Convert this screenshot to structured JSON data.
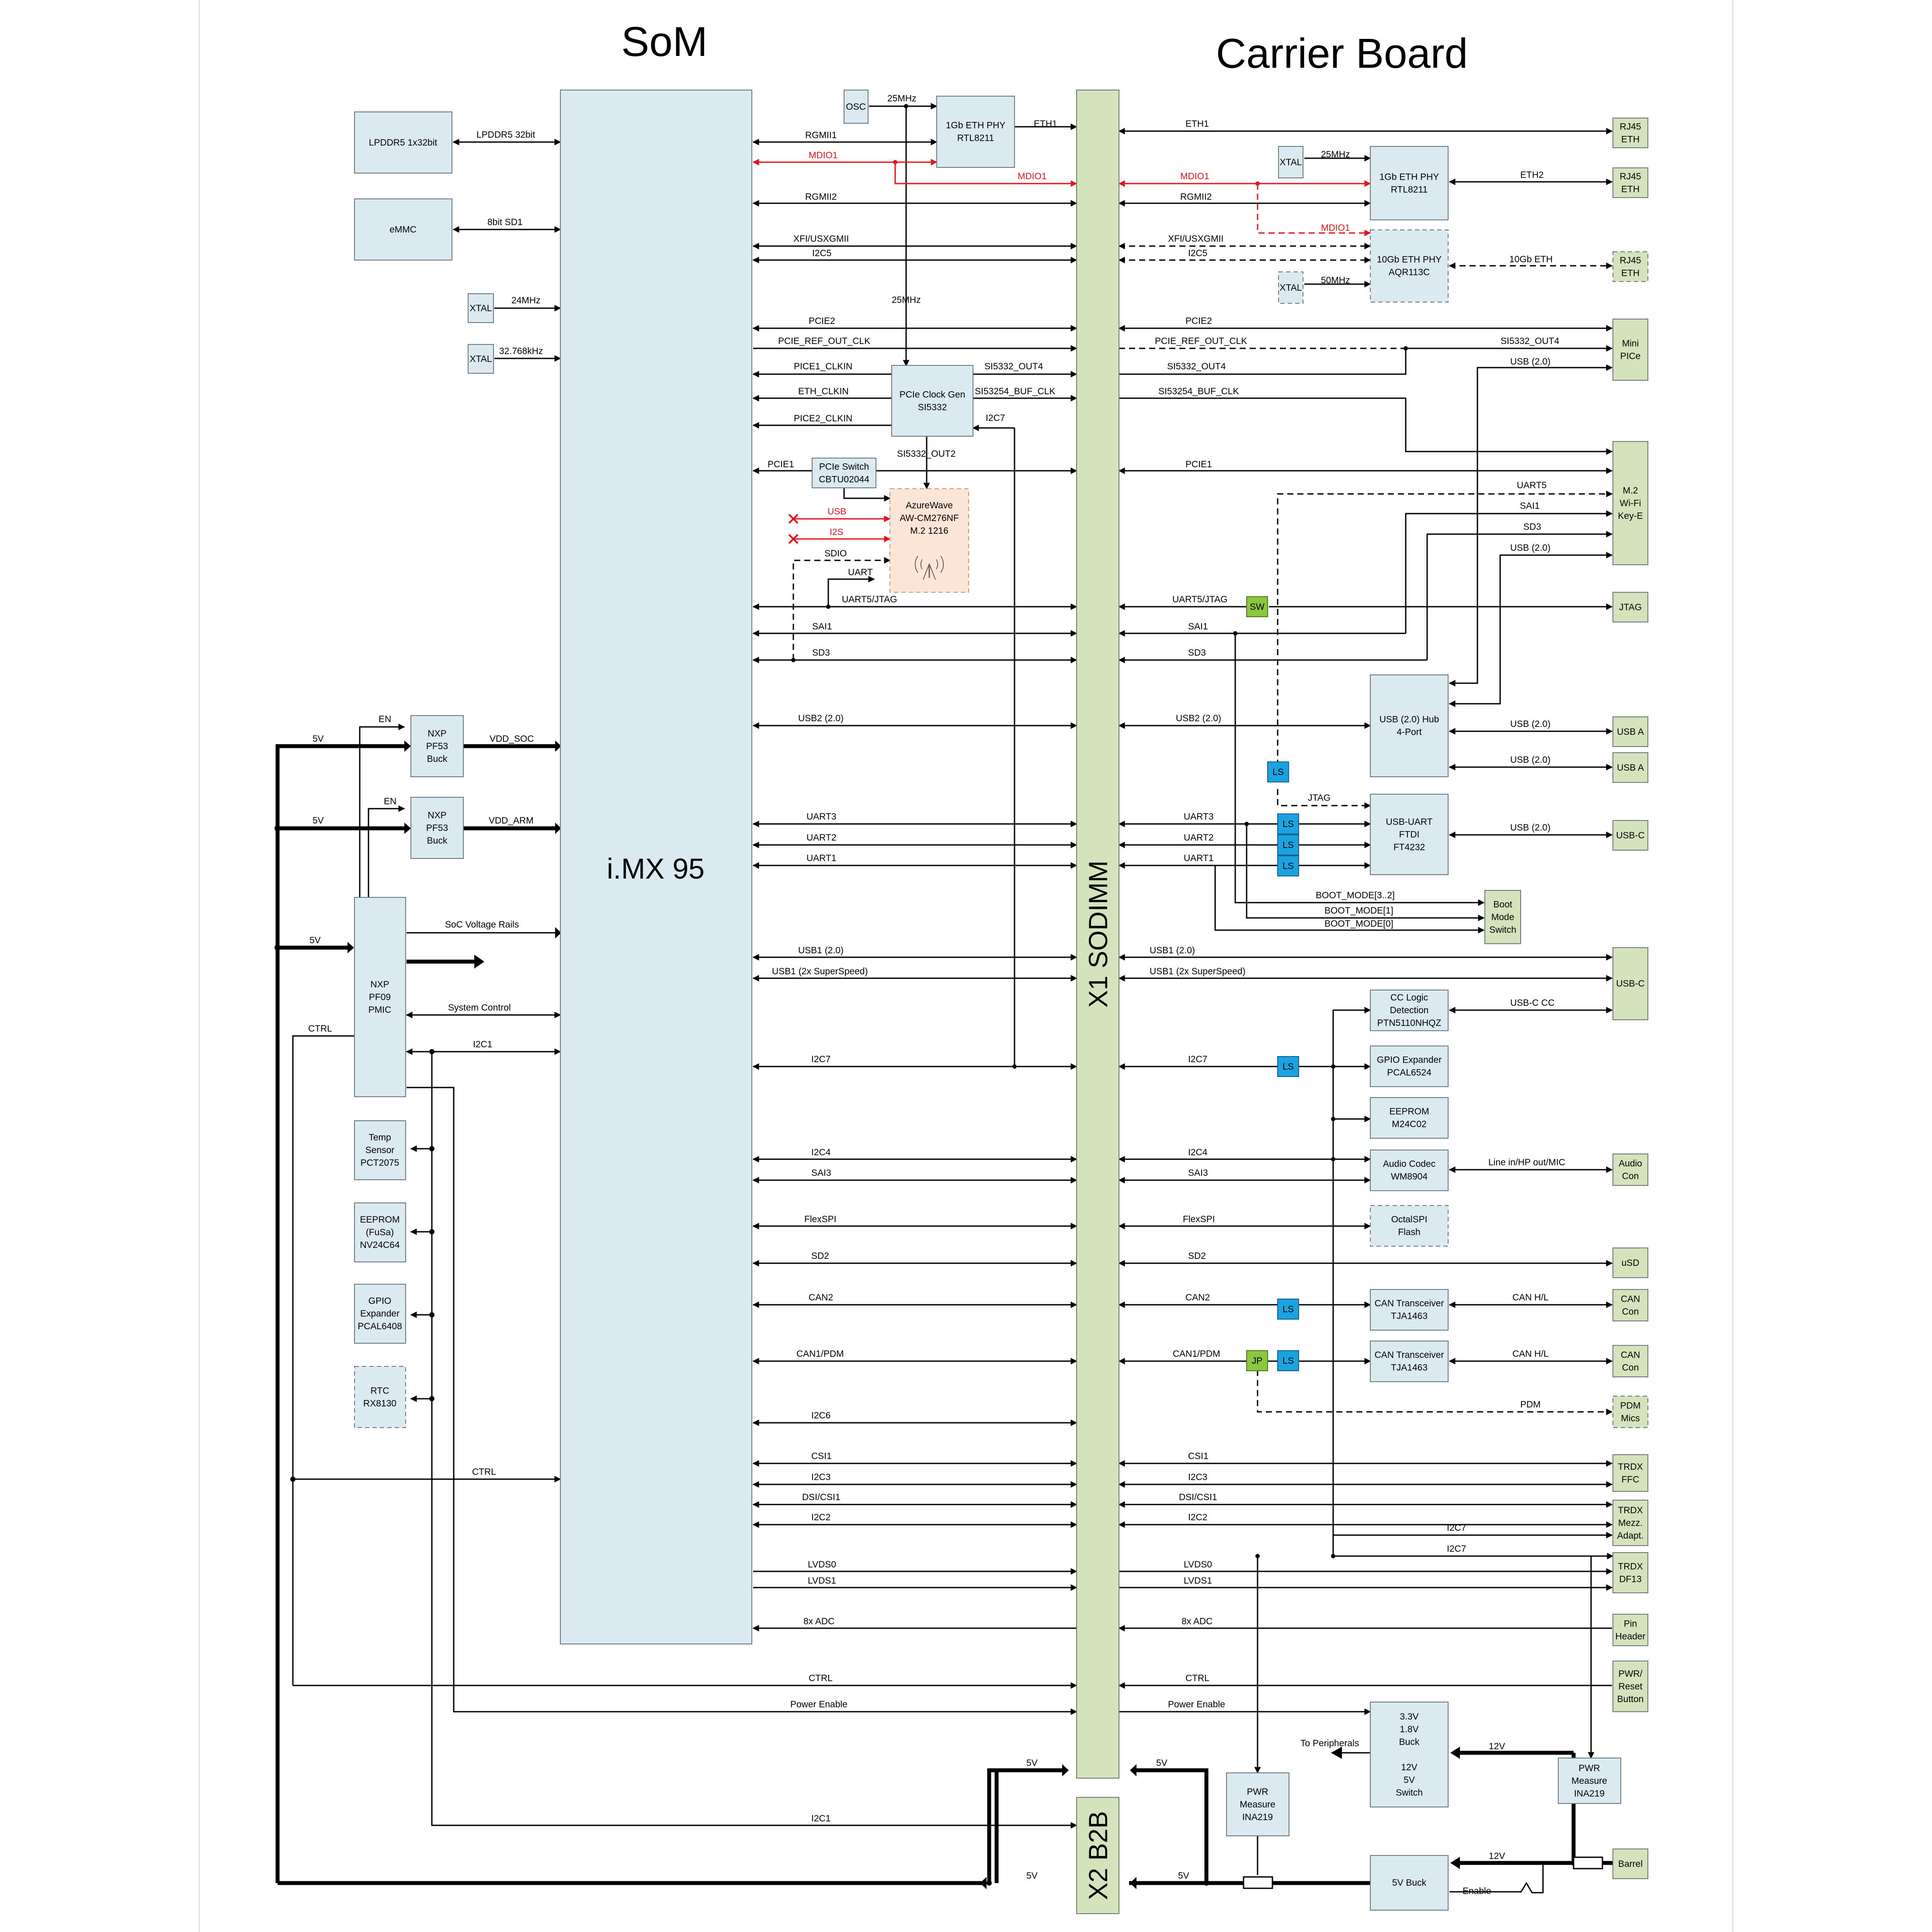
{
  "headings": {
    "som": "SoM",
    "carrier": "Carrier Board"
  },
  "som": {
    "cpu": "i.MX 95",
    "lpddr5": "LPDDR5 1x32bit",
    "emmc": "eMMC",
    "xtal": "XTAL",
    "osc": "OSC",
    "eth_phy1": [
      "1Gb ETH PHY",
      "RTL8211"
    ],
    "clock_gen": [
      "PCIe Clock Gen",
      "SI5332"
    ],
    "pcie_switch": [
      "PCIe Switch",
      "CBTU02044"
    ],
    "wifi_module": [
      "AzureWave",
      "AW-CM276NF",
      "M.2 1216"
    ],
    "pf53_soc": [
      "NXP",
      "PF53",
      "Buck"
    ],
    "pf53_arm": [
      "NXP",
      "PF53",
      "Buck"
    ],
    "pmic": [
      "NXP",
      "PF09",
      "PMIC"
    ],
    "temp_sensor": [
      "Temp",
      "Sensor",
      "PCT2075"
    ],
    "eeprom_fusa": [
      "EEPROM",
      "(FuSa)",
      "NV24C64"
    ],
    "gpio_exp": [
      "GPIO",
      "Expander",
      "PCAL6408"
    ],
    "rtc": [
      "RTC",
      "RX8130"
    ]
  },
  "connectors": {
    "x1": "X1 SODIMM",
    "x2": "X2 B2B"
  },
  "carrier": {
    "eth_phy2": [
      "1Gb ETH PHY",
      "RTL8211"
    ],
    "eth_10g": [
      "10Gb ETH PHY",
      "AQR113C"
    ],
    "usb_hub": [
      "USB (2.0) Hub",
      "4-Port"
    ],
    "usb_uart": [
      "USB-UART",
      "FTDI",
      "FT4232"
    ],
    "cc_logic": [
      "CC Logic",
      "Detection",
      "PTN5110NHQZ"
    ],
    "gpio_exp": [
      "GPIO Expander",
      "PCAL6524"
    ],
    "eeprom": [
      "EEPROM",
      "M24C02"
    ],
    "audio_codec": [
      "Audio Codec",
      "WM8904"
    ],
    "octalspi": [
      "OctalSPI",
      "Flash"
    ],
    "can_tr1": [
      "CAN Transceiver",
      "TJA1463"
    ],
    "can_tr2": [
      "CAN Transceiver",
      "TJA1463"
    ],
    "power": [
      "3.3V",
      "1.8V",
      "Buck",
      "",
      "12V",
      "5V",
      "Switch"
    ],
    "pwr_meas1": [
      "PWR",
      "Measure",
      "INA219"
    ],
    "pwr_meas2": [
      "PWR",
      "Measure",
      "INA219"
    ],
    "buck5v": "5V Buck",
    "sw": "SW",
    "jp": "JP",
    "ls": "LS"
  },
  "edge_connectors": {
    "rj45_1": [
      "RJ45",
      "ETH"
    ],
    "rj45_2": [
      "RJ45",
      "ETH"
    ],
    "rj45_3": [
      "RJ45",
      "ETH"
    ],
    "mini_pcie": [
      "Mini",
      "PICe"
    ],
    "m2": [
      "M.2",
      "Wi-Fi",
      "Key-E"
    ],
    "jtag": [
      "JTAG"
    ],
    "usb_a1": [
      "USB A"
    ],
    "usb_a2": [
      "USB A"
    ],
    "usb_c1": [
      "USB-C"
    ],
    "boot_sw": [
      "Boot",
      "Mode",
      "Switch"
    ],
    "usb_c2": [
      "USB-C"
    ],
    "audio_con": [
      "Audio",
      "Con"
    ],
    "usd": [
      "uSD"
    ],
    "can_con1": [
      "CAN",
      "Con"
    ],
    "can_con2": [
      "CAN",
      "Con"
    ],
    "pdm_mics": [
      "PDM",
      "Mics"
    ],
    "trdx_ffc": [
      "TRDX",
      "FFC"
    ],
    "trdx_mezz": [
      "TRDX",
      "Mezz.",
      "Adapt."
    ],
    "trdx_df13": [
      "TRDX",
      "DF13"
    ],
    "pin_header": [
      "Pin",
      "Header"
    ],
    "pwr_reset": [
      "PWR/",
      "Reset",
      "Button"
    ],
    "barrel": [
      "Barrel"
    ]
  },
  "signals": {
    "lpddr5_32bit": "LPDDR5 32bit",
    "sd1_8bit": "8bit SD1",
    "f24": "24MHz",
    "f32k": "32.768kHz",
    "f25": "25MHz",
    "f50": "50MHz",
    "rgmii1": "RGMII1",
    "rgmii2": "RGMII2",
    "mdio1": "MDIO1",
    "eth1": "ETH1",
    "eth2": "ETH2",
    "eth10g": "10Gb ETH",
    "xfi": "XFI/USXGMII",
    "i2c5": "I2C5",
    "pcie2": "PCIE2",
    "pcie_ref": "PCIE_REF_OUT_CLK",
    "pice1_clkin": "PICE1_CLKIN",
    "eth_clkin": "ETH_CLKIN",
    "pice2_clkin": "PICE2_CLKIN",
    "si_out4": "SI5332_OUT4",
    "si_buf": "SI53254_BUF_CLK",
    "si_out2": "SI5332_OUT2",
    "i2c7": "I2C7",
    "pcie1": "PCIE1",
    "usb": "USB",
    "i2s": "I2S",
    "sdio": "SDIO",
    "uart": "UART",
    "uart5_jtag": "UART5/JTAG",
    "uart5": "UART5",
    "sai1": "SAI1",
    "sd3": "SD3",
    "usb20": "USB (2.0)",
    "usb2": "USB2 (2.0)",
    "jtag": "JTAG",
    "uart3": "UART3",
    "uart2": "UART2",
    "uart1": "UART1",
    "boot32": "BOOT_MODE[3..2]",
    "boot1": "BOOT_MODE[1]",
    "boot0": "BOOT_MODE[0]",
    "en": "EN",
    "v5": "5V",
    "vdd_soc": "VDD_SOC",
    "vdd_arm": "VDD_ARM",
    "soc_rails": "SoC Voltage Rails",
    "sys_ctrl": "System Control",
    "i2c1": "I2C1",
    "ctrl": "CTRL",
    "usb1": "USB1 (2.0)",
    "usb1ss": "USB1 (2x SuperSpeed)",
    "usbc_cc": "USB-C CC",
    "i2c4": "I2C4",
    "sai3": "SAI3",
    "line": "Line in/HP out/MIC",
    "flexspi": "FlexSPI",
    "sd2": "SD2",
    "can2": "CAN2",
    "can1pdm": "CAN1/PDM",
    "canhl": "CAN H/L",
    "pdm": "PDM",
    "i2c6": "I2C6",
    "csi1": "CSI1",
    "i2c3": "I2C3",
    "dsi": "DSI/CSI1",
    "i2c2": "I2C2",
    "lvds0": "LVDS0",
    "lvds1": "LVDS1",
    "adc": "8x ADC",
    "pwr_en": "Power Enable",
    "periph": "To Peripherals",
    "v12": "12V",
    "enable": "Enable"
  }
}
